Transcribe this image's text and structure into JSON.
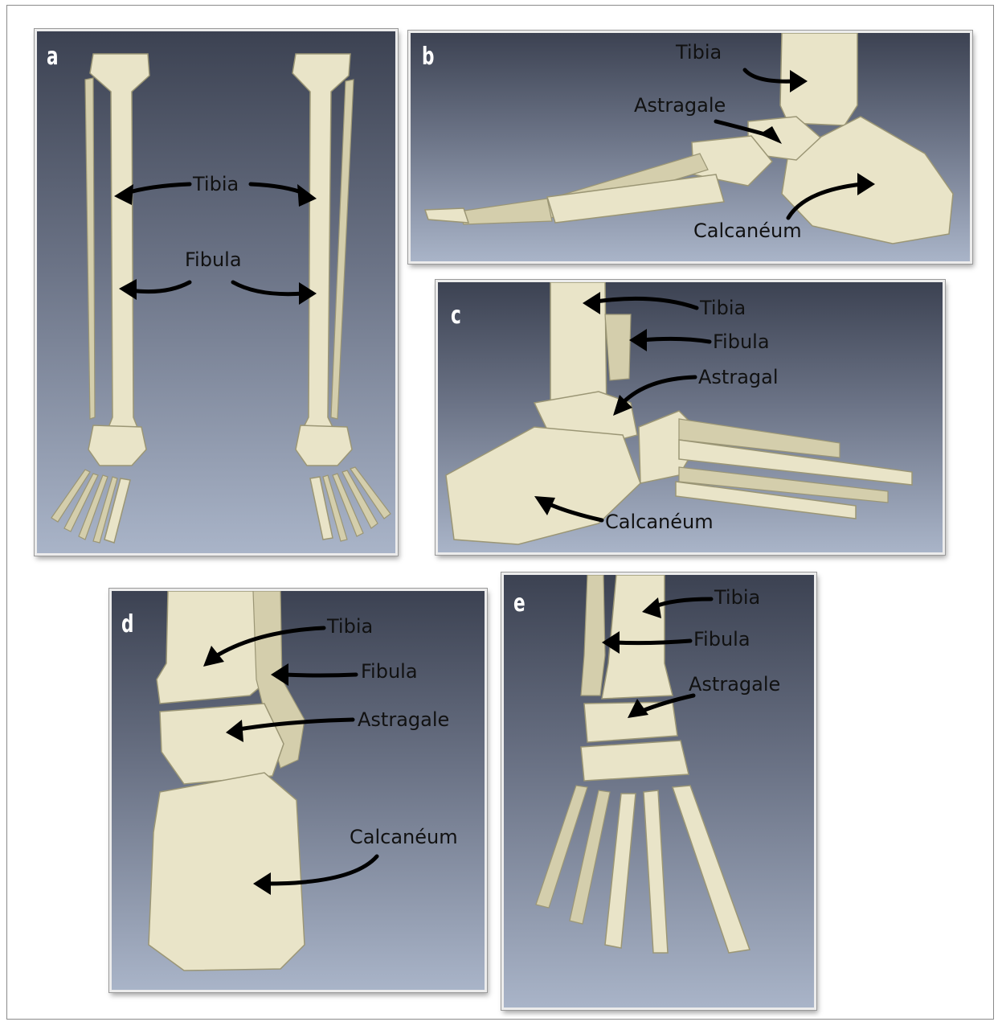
{
  "panels": {
    "a": {
      "letter": "a",
      "tibia": "Tibia",
      "fibula": "Fibula"
    },
    "b": {
      "letter": "b",
      "tibia": "Tibia",
      "astragale": "Astragale",
      "calcaneum": "Calcanéum"
    },
    "c": {
      "letter": "c",
      "tibia": "Tibia",
      "fibula": "Fibula",
      "astragal": "Astragal",
      "calcaneum": "Calcanéum"
    },
    "d": {
      "letter": "d",
      "tibia": "Tibia",
      "fibula": "Fibula",
      "astragale": "Astragale",
      "calcaneum": "Calcanéum"
    },
    "e": {
      "letter": "e",
      "tibia": "Tibia",
      "fibula": "Fibula",
      "astragale": "Astragale"
    }
  },
  "colors": {
    "bone": "#e9e4c8",
    "background_top": "#3c4252",
    "background_bottom": "#a9b4c8",
    "arrow": "#000000"
  }
}
